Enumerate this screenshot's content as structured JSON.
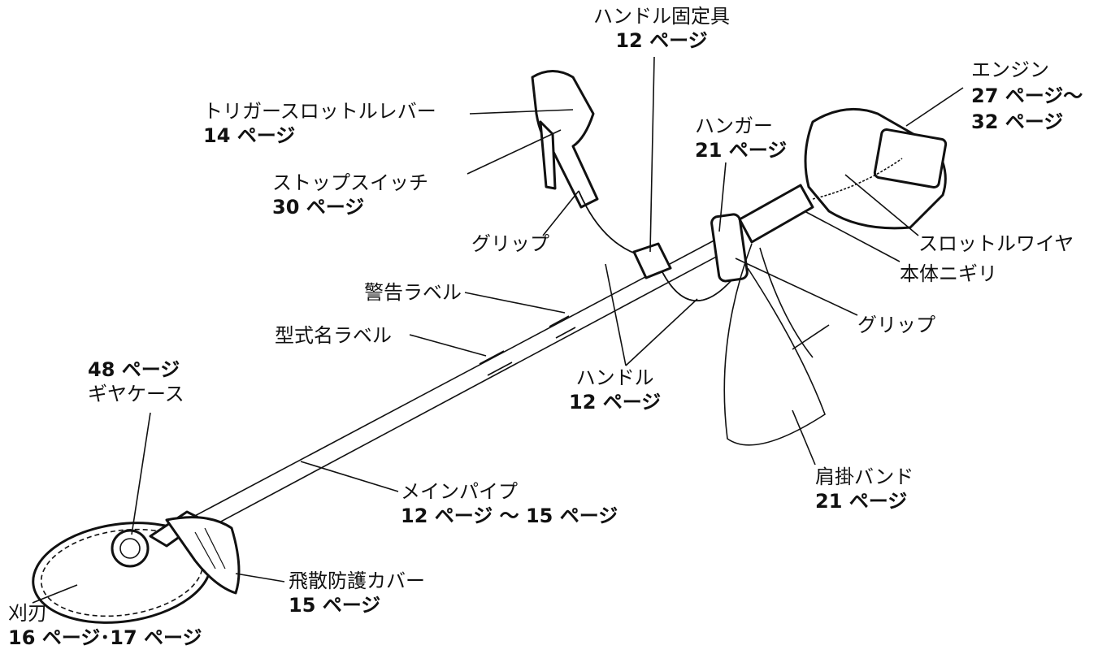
{
  "labels": {
    "handle_fixture": {
      "name": "ハンドル固定具",
      "page": "12 ページ"
    },
    "trigger_lever": {
      "name": "トリガースロットルレバー",
      "page": "14 ページ"
    },
    "stop_switch": {
      "name": "ストップスイッチ",
      "page": "30 ページ"
    },
    "grip_left": {
      "name": "グリップ"
    },
    "hanger": {
      "name": "ハンガー",
      "page": "21 ページ"
    },
    "engine": {
      "name": "エンジン",
      "page": "27 ページ～",
      "page2": "32 ページ"
    },
    "throttle_wire": {
      "name": "スロットルワイヤ"
    },
    "body_grip": {
      "name": "本体ニギリ"
    },
    "grip_right": {
      "name": "グリップ"
    },
    "warning_label": {
      "name": "警告ラベル"
    },
    "model_label": {
      "name": "型式名ラベル"
    },
    "handle": {
      "name": "ハンドル",
      "page": "12 ページ"
    },
    "gear_case": {
      "page": "48 ページ",
      "name": "ギヤケース"
    },
    "main_pipe": {
      "name": "メインパイプ",
      "page": "12 ページ ～ 15 ページ"
    },
    "shoulder_band": {
      "name": "肩掛バンド",
      "page": "21 ページ"
    },
    "guard": {
      "name": "飛散防護カバー",
      "page": "15 ページ"
    },
    "blade": {
      "name": "刈刃",
      "page": "16 ページ･17 ページ"
    }
  }
}
